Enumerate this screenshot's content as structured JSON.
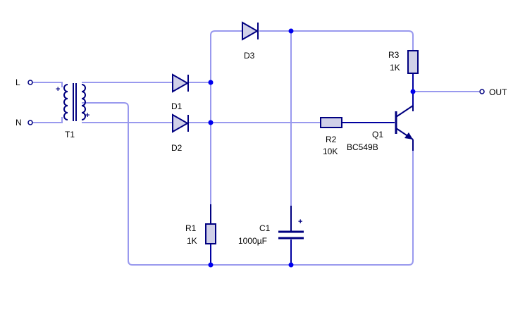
{
  "terminals": {
    "live": "L",
    "neutral": "N",
    "output": "OUT"
  },
  "transformer": {
    "ref": "T1",
    "primary_polarity": "+",
    "secondary_polarity": "+"
  },
  "diodes": [
    {
      "ref": "D1"
    },
    {
      "ref": "D2"
    },
    {
      "ref": "D3"
    }
  ],
  "resistors": [
    {
      "ref": "R1",
      "value": "1K"
    },
    {
      "ref": "R2",
      "value": "10K"
    },
    {
      "ref": "R3",
      "value": "1K"
    }
  ],
  "capacitor": {
    "ref": "C1",
    "value": "1000µF",
    "polarity": "+"
  },
  "transistor": {
    "ref": "Q1",
    "part": "BC549B"
  },
  "colors": {
    "wire": "#9999ee",
    "component": "#000080",
    "node": "#0000ee",
    "fill": "#d0d0e8"
  }
}
